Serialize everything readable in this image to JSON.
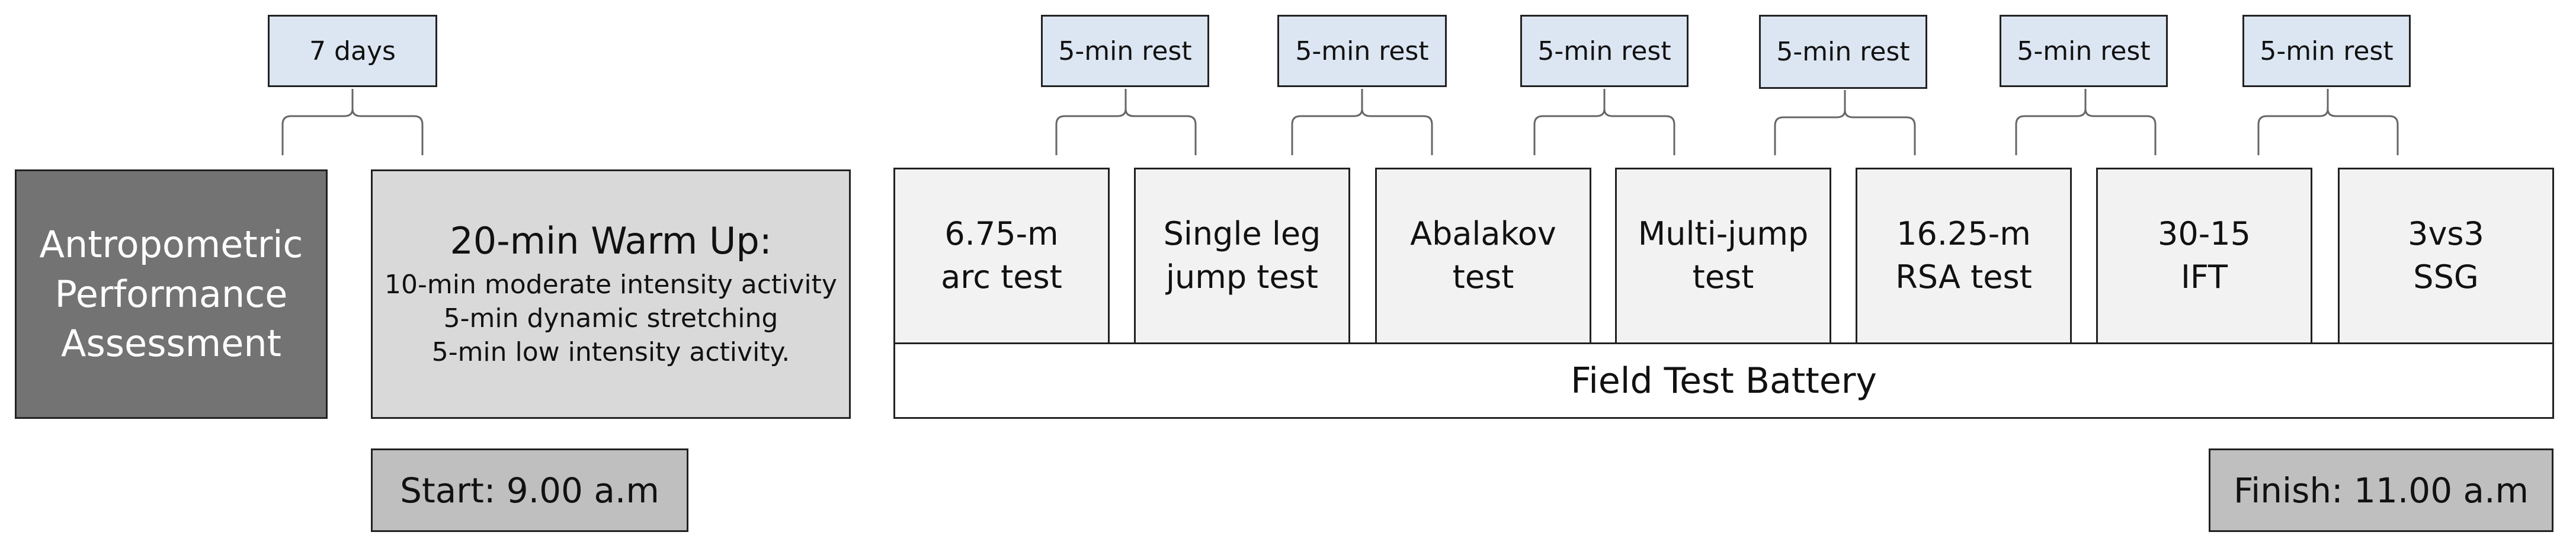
{
  "interval": {
    "label": "7 days"
  },
  "rest": {
    "label": "5-min rest"
  },
  "assessment": {
    "line1": "Antropometric",
    "line2": "Performance",
    "line3": "Assessment"
  },
  "warmup": {
    "title": "20-min Warm Up:",
    "items": [
      "10-min moderate intensity activity",
      "5-min dynamic stretching",
      "5-min low intensity activity."
    ]
  },
  "tests": [
    {
      "line1": "6.75-m",
      "line2": "arc test"
    },
    {
      "line1": "Single leg",
      "line2": "jump test"
    },
    {
      "line1": "Abalakov",
      "line2": "test"
    },
    {
      "line1": "Multi-jump",
      "line2": "test"
    },
    {
      "line1": "16.25-m",
      "line2": "RSA test"
    },
    {
      "line1": "30-15",
      "line2": "IFT"
    },
    {
      "line1": "3vs3",
      "line2": "SSG"
    }
  ],
  "battery": {
    "label": "Field Test Battery"
  },
  "start": {
    "label": "Start: 9.00 a.m"
  },
  "finish": {
    "label": "Finish: 11.00 a.m"
  },
  "colors": {
    "dark_box": "#737373",
    "warmup_box": "#d9d9d9",
    "test_box": "#f2f2f2",
    "callout": "#dce6f2",
    "time_box": "#bfbfbf"
  }
}
